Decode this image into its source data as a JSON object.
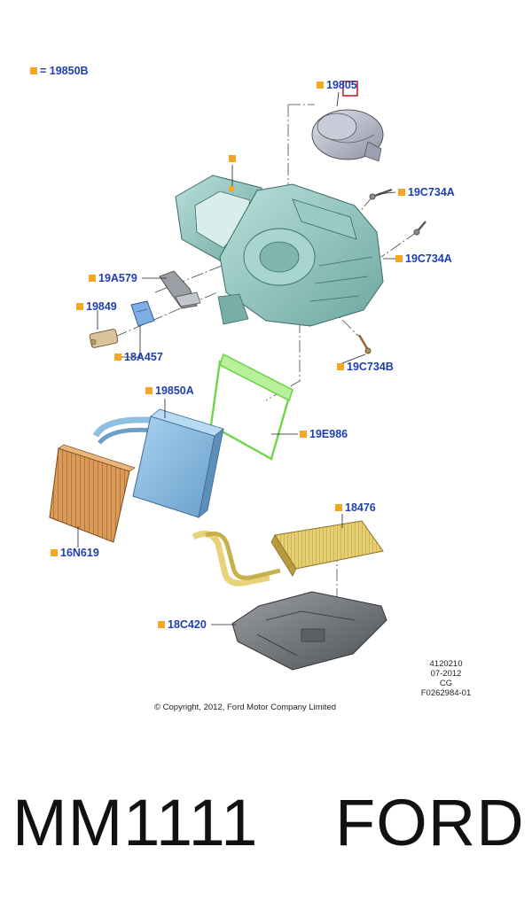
{
  "legend": {
    "text": "= 19850B",
    "marker_color": "#f5a623"
  },
  "parts": [
    {
      "id": "19805"
    },
    {
      "id": ""
    },
    {
      "id": "19C734A"
    },
    {
      "id": "19C734A"
    },
    {
      "id": "19A579"
    },
    {
      "id": "19849"
    },
    {
      "id": "18A457"
    },
    {
      "id": "19C734B"
    },
    {
      "id": "19850A"
    },
    {
      "id": "19E986"
    },
    {
      "id": "18476"
    },
    {
      "id": "16N619"
    },
    {
      "id": "18C420"
    }
  ],
  "meta": {
    "line1": "4120210",
    "line2": "07-2012",
    "line3": "CG",
    "line4": "F0262984-01"
  },
  "copyright": "© Copyright, 2012, Ford Motor Company Limited",
  "footer": {
    "part_number": "MM1111",
    "brand": "FORD"
  },
  "colors": {
    "label_text": "#1f3fb0",
    "marker": "#f5a623",
    "housing": "#8fc4bf",
    "filter_frame": "#6fd64a",
    "heater_core": "#e8d27a",
    "evaporator": "#7fb6e0",
    "cabin_filter": "#d99a5a",
    "lower_case": "#6b6e72"
  }
}
